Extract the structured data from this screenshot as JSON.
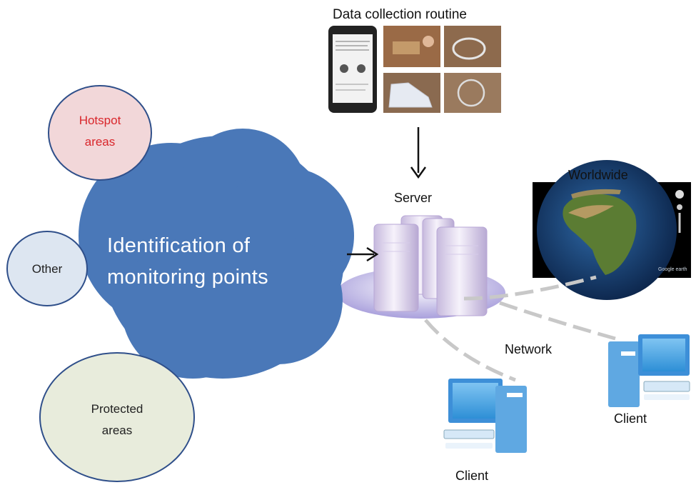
{
  "title": "Data collection routine",
  "main_concept": {
    "line1": "Identification of",
    "line2": "monitoring points"
  },
  "bubbles": {
    "hotspot": {
      "line1": "Hotspot",
      "line2": "areas",
      "color": "#d9262b"
    },
    "other": {
      "label": "Other"
    },
    "protected": {
      "line1": "Protected",
      "line2": "areas"
    }
  },
  "labels": {
    "server": "Server",
    "worldwide": "Worldwide",
    "network": "Network",
    "client_right": "Client",
    "client_bottom": "Client",
    "map_watermark": "Google earth"
  },
  "colors": {
    "main_blob": "#4a78b8",
    "hotspot_fill": "#f2d7d9",
    "other_fill": "#dde6f1",
    "protected_fill": "#e8ecdc",
    "bubble_border": "#2f4f8a"
  },
  "icons": [
    "phone-photo",
    "brick-photo",
    "ring-photo",
    "shoe-photo",
    "circle-photo",
    "server-icon",
    "globe-map",
    "client-computer-icon"
  ]
}
